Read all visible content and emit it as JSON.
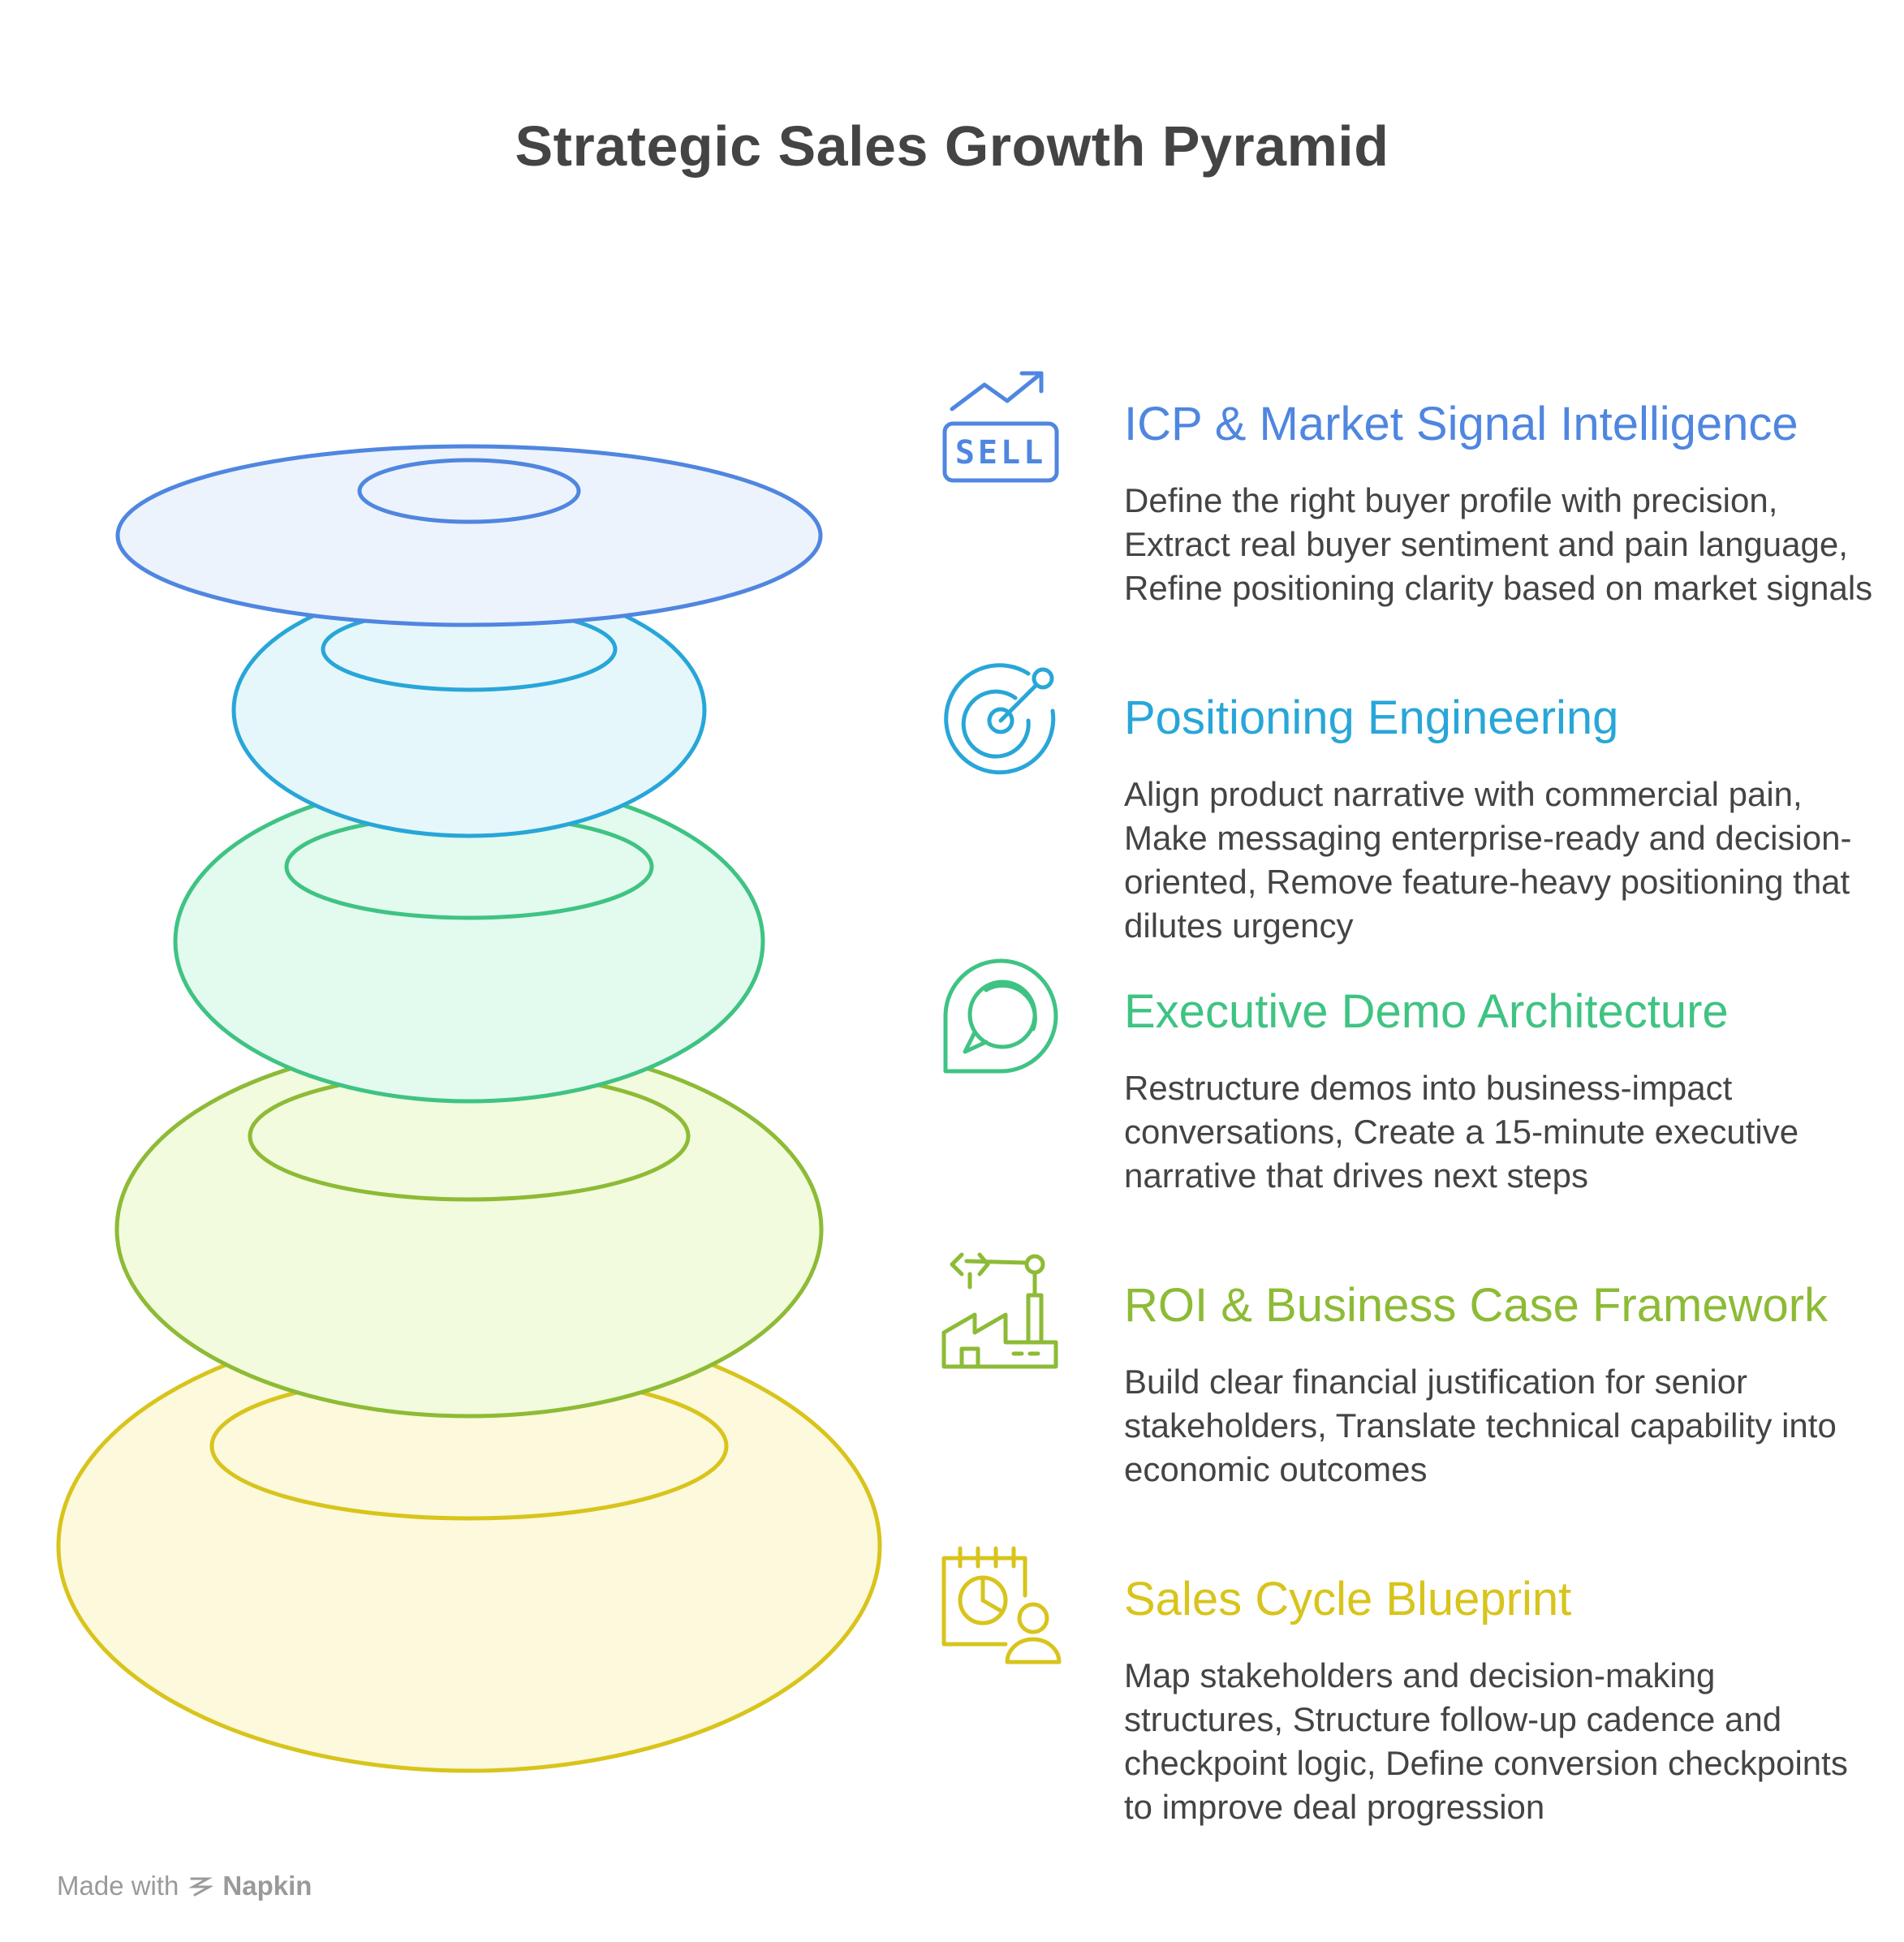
{
  "title": "Strategic Sales Growth Pyramid",
  "colors": {
    "blue": "#4F86E0",
    "cyan": "#28A6D8",
    "green": "#3FC383",
    "lime": "#8DBB36",
    "yellow": "#D8C41C",
    "text": "#444444"
  },
  "levels": [
    {
      "title": "ICP & Market Signal Intelligence",
      "icon": "sell-trend-icon",
      "icon_text": "SELL",
      "description": "Define the right buyer profile with precision, Extract real buyer sentiment and pain language, Refine positioning clarity based on market signals",
      "stroke": "#4F86E0",
      "fill": "#EDF3FC"
    },
    {
      "title": "Positioning Engineering",
      "icon": "target-icon",
      "description": "Align product narrative with commercial pain, Make messaging enterprise-ready and decision-oriented, Remove feature-heavy positioning that dilutes urgency",
      "stroke": "#28A6D8",
      "fill": "#E6F7FC"
    },
    {
      "title": "Executive Demo Architecture",
      "icon": "chat-bubbles-icon",
      "description": "Restructure demos into business-impact conversations, Create a 15-minute executive narrative that drives next steps",
      "stroke": "#3FC383",
      "fill": "#E3FAEF"
    },
    {
      "title": "ROI & Business Case Framework",
      "icon": "factory-robot-icon",
      "description": "Build clear financial justification for senior stakeholders, Translate technical capability into economic outcomes",
      "stroke": "#8DBB36",
      "fill": "#F2FBDD"
    },
    {
      "title": "Sales Cycle Blueprint",
      "icon": "calendar-person-icon",
      "description": "Map stakeholders and decision-making structures, Structure follow-up cadence and checkpoint logic, Define conversion checkpoints to improve deal progression",
      "stroke": "#D8C41C",
      "fill": "#FCF9DC"
    }
  ],
  "footer": {
    "made_with": "Made with",
    "brand": "Napkin"
  }
}
